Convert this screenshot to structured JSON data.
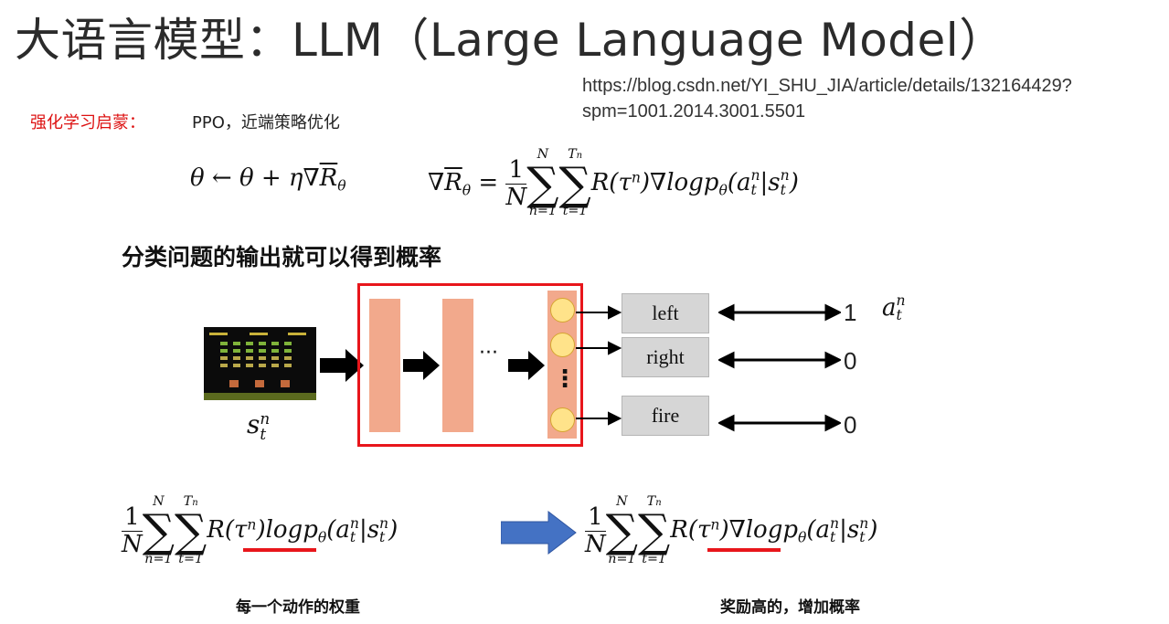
{
  "title": "大语言模型：LLM（Large Language Model）",
  "url_line1": "https://blog.csdn.net/YI_SHU_JIA/article/details/132164429?",
  "url_line2": "spm=1001.2014.3001.5501",
  "rl_label": "强化学习启蒙：",
  "rl_text": "PPO，近端策略优化",
  "heading": "分类问题的输出就可以得到概率",
  "state_label": "s",
  "state_sup": "n",
  "state_sub": "t",
  "actions": [
    {
      "label": "left",
      "value": "1"
    },
    {
      "label": "right",
      "value": "0"
    },
    {
      "label": "fire",
      "value": "0"
    }
  ],
  "action_symbol": "a",
  "ellipsis": "···",
  "vdots": "⋮",
  "caption_left": "每一个动作的权重",
  "caption_right": "奖励高的，增加概率",
  "colors": {
    "highlight_box": "#e8161b",
    "underline": "#e8161b",
    "layer": "#f2a98c",
    "circle": "#ffe38a",
    "action_box": "#d6d6d6",
    "big_arrow": "#4472c4"
  },
  "icons": {
    "game": "space-invaders-screen",
    "arrow": "right-arrow-icon",
    "double_arrow": "double-arrow-icon"
  }
}
